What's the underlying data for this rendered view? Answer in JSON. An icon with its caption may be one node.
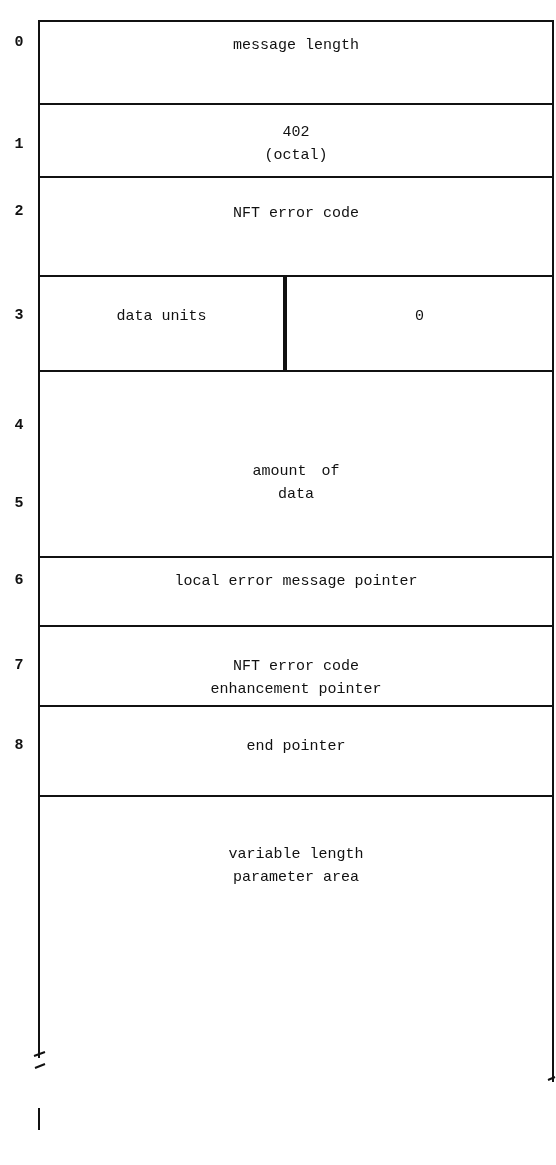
{
  "diagram": {
    "nodes": [
      {
        "text": [
          "message length"
        ]
      },
      {
        "text": [
          "402 (octal)"
        ]
      },
      {
        "text": [
          "NFT error code"
        ]
      },
      {
        "text": [
          "data units"
        ]
      },
      {
        "text": [
          "0"
        ]
      },
      {
        "text": [
          "amount of data"
        ]
      },
      {
        "text": [
          "local error message pointer"
        ]
      },
      {
        "text": [
          "NFT error code enhancement pointer"
        ]
      },
      {
        "text": [
          "end pointer"
        ]
      },
      {
        "text": [
          "variable length parameter area"
        ]
      }
    ],
    "labels": [
      "0",
      "1",
      "2",
      "3",
      "4",
      "5",
      "6",
      "7",
      "8"
    ]
  }
}
